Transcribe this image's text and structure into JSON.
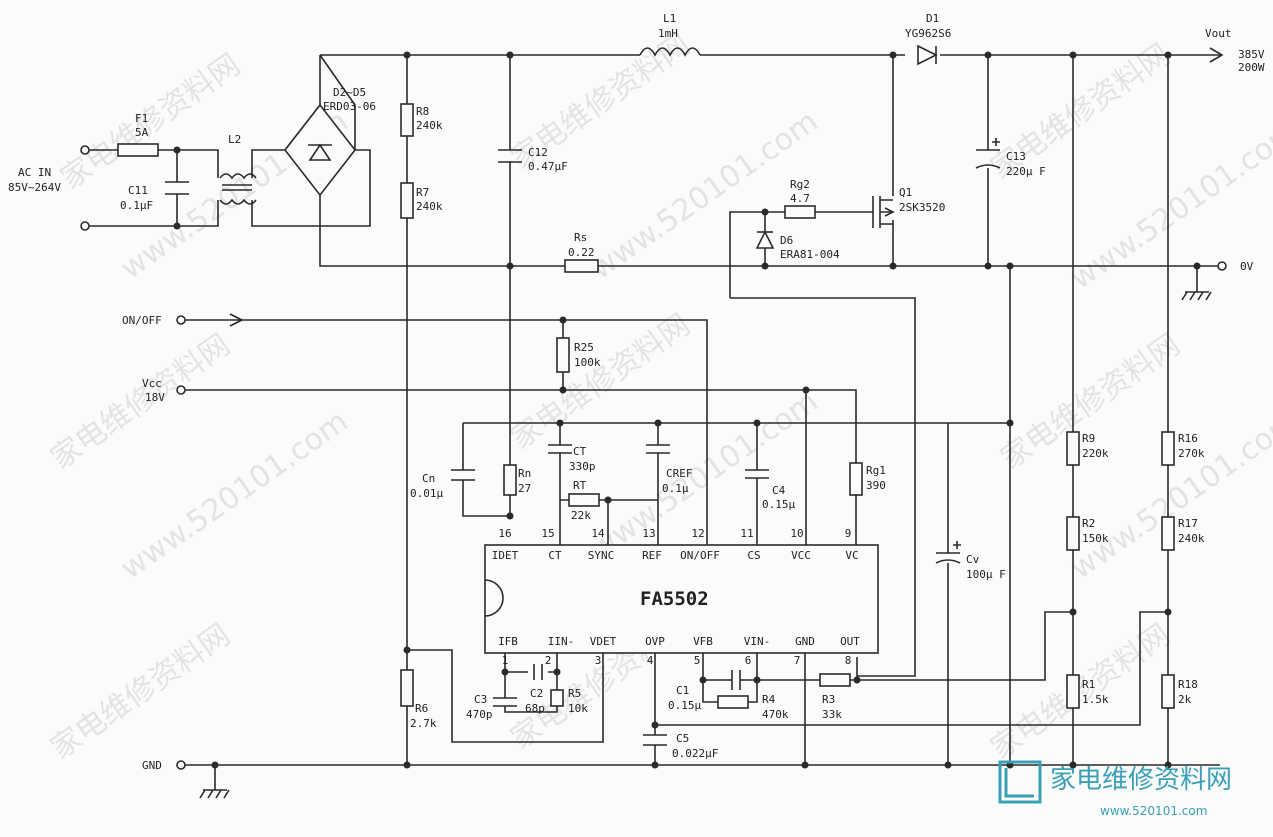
{
  "labels": {
    "ac_in": "AC IN",
    "ac_range": "85V~264V",
    "f1": "F1",
    "f1_val": "5A",
    "c11": "C11",
    "c11_val": "0.1μF",
    "l2": "L2",
    "bridge": "D2~D5",
    "bridge_val": "ERD03-06",
    "r8": "R8",
    "r8_val": "240k",
    "r7": "R7",
    "r7_val": "240k",
    "c12": "C12",
    "c12_val": "0.47μF",
    "l1": "L1",
    "l1_val": "1mH",
    "d1": "D1",
    "d1_val": "YG962S6",
    "vout": "Vout",
    "vout_v": "385V",
    "vout_w": "200W",
    "c13": "C13",
    "c13_val": "220μ F",
    "rg2": "Rg2",
    "rg2_val": "4.7",
    "q1": "Q1",
    "q1_val": "2SK3520",
    "d6": "D6",
    "d6_val": "ERA81-004",
    "rs": "Rs",
    "rs_val": "0.22",
    "zero_v": "0V",
    "onoff": "ON/OFF",
    "vcc": "Vcc",
    "vcc_val": "18V",
    "r25": "R25",
    "r25_val": "100k",
    "ct": "CT",
    "ct_val": "330p",
    "cref": "CREF",
    "cref_val": "0.1μ",
    "rt": "RT",
    "rt_val": "22k",
    "c4": "C4",
    "c4_val": "0.15μ",
    "rg1": "Rg1",
    "rg1_val": "390",
    "cn": "Cn",
    "cn_val": "0.01μ",
    "rn": "Rn",
    "rn_val": "27",
    "cv": "Cv",
    "cv_val": "100μ F",
    "r9": "R9",
    "r9_val": "220k",
    "r2": "R2",
    "r2_val": "150k",
    "r16": "R16",
    "r16_val": "270k",
    "r17": "R17",
    "r17_val": "240k",
    "r1": "R1",
    "r1_val": "1.5k",
    "r18": "R18",
    "r18_val": "2k",
    "r6": "R6",
    "r6_val": "2.7k",
    "c3": "C3",
    "c3_val": "470p",
    "c2": "C2",
    "c2_val": "68p",
    "r5": "R5",
    "r5_val": "10k",
    "c1": "C1",
    "c1_val": "0.15μ",
    "r4": "R4",
    "r4_val": "470k",
    "r3": "R3",
    "r3_val": "33k",
    "c5": "C5",
    "c5_val": "0.022μF",
    "gnd": "GND"
  },
  "ic": {
    "name": "FA5502",
    "top_pins": [
      {
        "num": "16",
        "name": "IDET"
      },
      {
        "num": "15",
        "name": "CT"
      },
      {
        "num": "14",
        "name": "SYNC"
      },
      {
        "num": "13",
        "name": "REF"
      },
      {
        "num": "12",
        "name": "ON/OFF"
      },
      {
        "num": "11",
        "name": "CS"
      },
      {
        "num": "10",
        "name": "VCC"
      },
      {
        "num": "9",
        "name": "VC"
      }
    ],
    "bottom_pins": [
      {
        "num": "1",
        "name": "IFB"
      },
      {
        "num": "2",
        "name": "IIN-"
      },
      {
        "num": "3",
        "name": "VDET"
      },
      {
        "num": "4",
        "name": "OVP"
      },
      {
        "num": "5",
        "name": "VFB"
      },
      {
        "num": "6",
        "name": "VIN-"
      },
      {
        "num": "7",
        "name": "GND"
      },
      {
        "num": "8",
        "name": "OUT"
      }
    ]
  },
  "watermark": {
    "site": "www.520101.com",
    "cn": "家电维修资料网",
    "logo_cn": "家电维修资料网",
    "logo_url": "www.520101.com"
  }
}
